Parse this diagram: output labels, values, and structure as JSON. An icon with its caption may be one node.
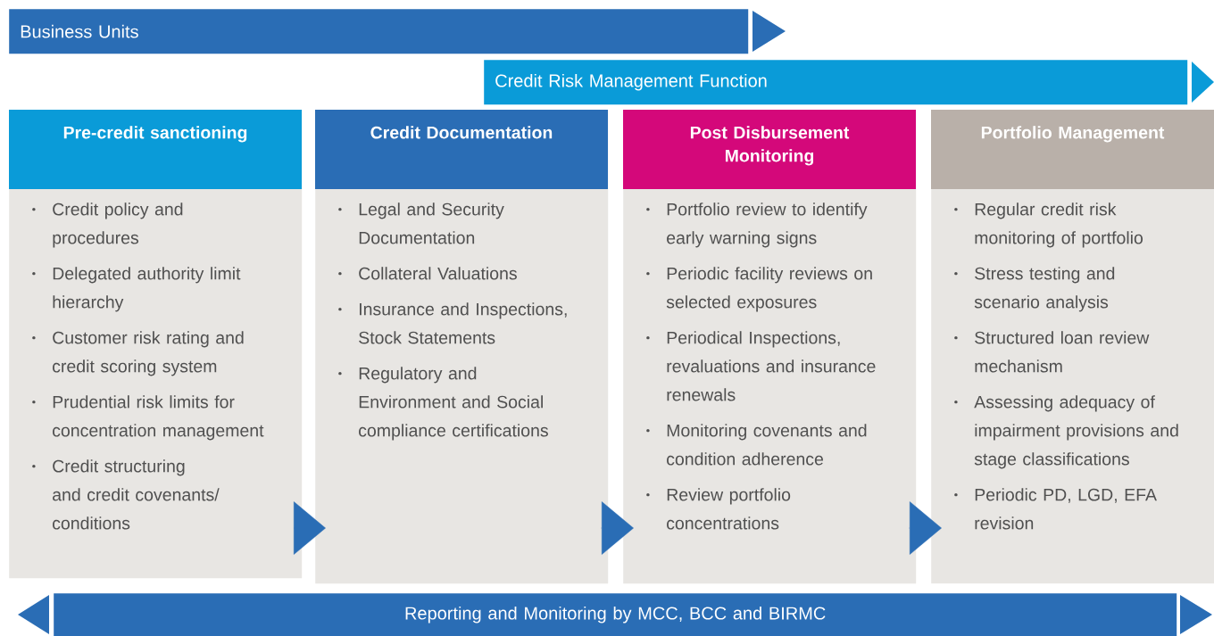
{
  "diagram": {
    "nodes": [
      {
        "text": [
          "Business Units"
        ]
      },
      {
        "text": [
          "Credit Risk Management Function"
        ]
      },
      {
        "text": [
          "Pre-credit sanctioning",
          "Credit policy and procedures",
          "Delegated authority limit hierarchy",
          "Customer risk rating and credit scoring system",
          "Prudential risk limits for concentration management",
          "Credit structuring and credit covenants/ conditions"
        ]
      },
      {
        "text": [
          "Credit Documentation",
          "Legal and Security Documentation",
          "Collateral Valuations",
          "Insurance and Inspections, Stock Statements",
          "Regulatory and Environment and Social compliance certifications"
        ]
      },
      {
        "text": [
          "Post Disbursement Monitoring",
          "Portfolio review to identify early warning signs",
          "Periodic facility reviews on selected exposures",
          "Periodical Inspections, revaluations and insurance renewals",
          "Monitoring covenants and condition adherence",
          "Review portfolio concentrations"
        ]
      },
      {
        "text": [
          "Portfolio Management",
          "Regular credit risk monitoring of portfolio",
          "Stress testing and scenario analysis",
          "Structured loan review mechanism",
          "Assessing adequacy of impairment provisions and stage classifications",
          "Periodic PD, LGD, EFA revision"
        ]
      },
      {
        "text": [
          "Reporting and Monitoring by MCC, BCC and BIRMC"
        ]
      }
    ],
    "edges": [
      {
        "from": 2,
        "to": 3,
        "arrow": "to"
      },
      {
        "from": 3,
        "to": 4,
        "arrow": "to"
      },
      {
        "from": 4,
        "to": 5,
        "arrow": "to"
      }
    ]
  }
}
